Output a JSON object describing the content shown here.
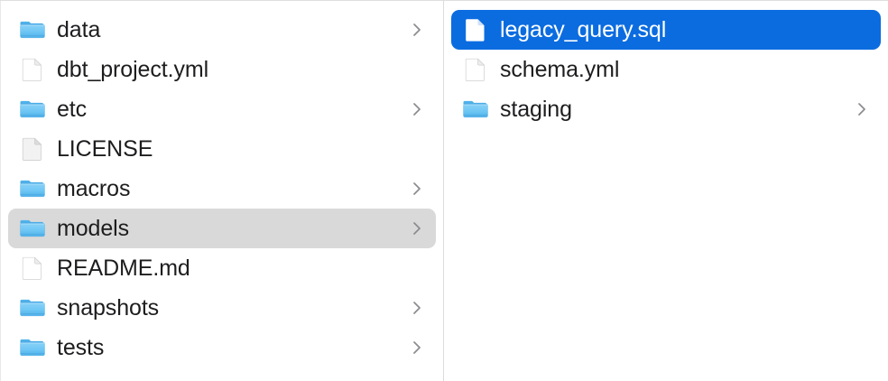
{
  "window": {
    "view_mode": "column",
    "background_color": "#ffffff",
    "divider_color": "#dcdcdc"
  },
  "colors": {
    "selection_blue": "#0b6ce0",
    "selection_gray": "#d9d9d9",
    "folder_blue": "#54b9f0",
    "folder_blue_dark": "#3a9fdd",
    "text_primary": "#1d1d1f",
    "text_selected": "#ffffff",
    "chevron_gray": "#8b8b8f",
    "document_white": "#ffffff",
    "document_outline": "#cfcfcf"
  },
  "columns": [
    {
      "name": "parent-directory-column",
      "items": [
        {
          "label": "data",
          "kind": "folder",
          "icon": "folder-icon",
          "chevron": true,
          "selected": false,
          "selection_style": "none"
        },
        {
          "label": "dbt_project.yml",
          "kind": "file",
          "icon": "document-icon",
          "chevron": false,
          "selected": false,
          "selection_style": "none"
        },
        {
          "label": "etc",
          "kind": "folder",
          "icon": "folder-icon",
          "chevron": true,
          "selected": false,
          "selection_style": "none"
        },
        {
          "label": "LICENSE",
          "kind": "file",
          "icon": "document-plain-icon",
          "chevron": false,
          "selected": false,
          "selection_style": "none"
        },
        {
          "label": "macros",
          "kind": "folder",
          "icon": "folder-icon",
          "chevron": true,
          "selected": false,
          "selection_style": "none"
        },
        {
          "label": "models",
          "kind": "folder",
          "icon": "folder-icon",
          "chevron": true,
          "selected": true,
          "selection_style": "gray"
        },
        {
          "label": "README.md",
          "kind": "file",
          "icon": "document-icon",
          "chevron": false,
          "selected": false,
          "selection_style": "none"
        },
        {
          "label": "snapshots",
          "kind": "folder",
          "icon": "folder-icon",
          "chevron": true,
          "selected": false,
          "selection_style": "none"
        },
        {
          "label": "tests",
          "kind": "folder",
          "icon": "folder-icon",
          "chevron": true,
          "selected": false,
          "selection_style": "none"
        }
      ]
    },
    {
      "name": "models-directory-column",
      "items": [
        {
          "label": "legacy_query.sql",
          "kind": "file",
          "icon": "document-icon",
          "chevron": false,
          "selected": true,
          "selection_style": "blue"
        },
        {
          "label": "schema.yml",
          "kind": "file",
          "icon": "document-icon",
          "chevron": false,
          "selected": false,
          "selection_style": "none"
        },
        {
          "label": "staging",
          "kind": "folder",
          "icon": "folder-icon",
          "chevron": true,
          "selected": false,
          "selection_style": "none"
        }
      ]
    }
  ]
}
